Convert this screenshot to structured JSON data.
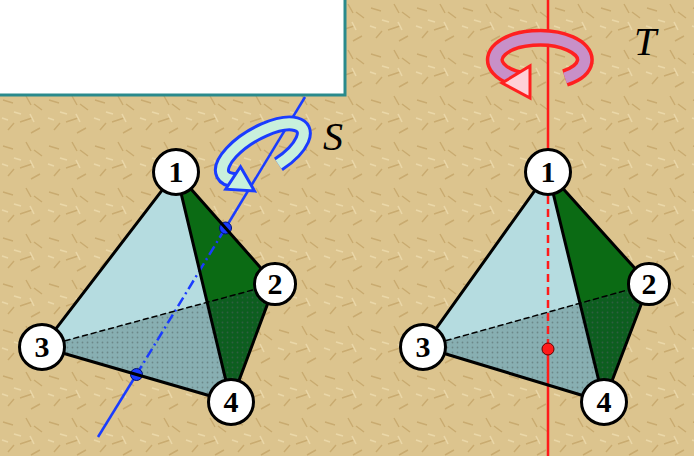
{
  "diagram": {
    "nodes": [
      {
        "text": [
          "1"
        ]
      },
      {
        "text": [
          "2"
        ]
      },
      {
        "text": [
          "3"
        ]
      },
      {
        "text": [
          "4"
        ]
      },
      {
        "text": [
          "1"
        ]
      },
      {
        "text": [
          "2"
        ]
      },
      {
        "text": [
          "3"
        ]
      },
      {
        "text": [
          "4"
        ]
      }
    ],
    "edges": [
      {
        "from": 0,
        "to": 2,
        "arrow": "none"
      },
      {
        "from": 0,
        "to": 3,
        "arrow": "none"
      },
      {
        "from": 0,
        "to": 1,
        "arrow": "none"
      },
      {
        "from": 2,
        "to": 3,
        "arrow": "none"
      },
      {
        "from": 3,
        "to": 1,
        "arrow": "none"
      },
      {
        "from": 2,
        "to": 1,
        "arrow": "none"
      },
      {
        "from": 4,
        "to": 6,
        "arrow": "none"
      },
      {
        "from": 4,
        "to": 7,
        "arrow": "none"
      },
      {
        "from": 4,
        "to": 5,
        "arrow": "none"
      },
      {
        "from": 6,
        "to": 7,
        "arrow": "none"
      },
      {
        "from": 7,
        "to": 5,
        "arrow": "none"
      },
      {
        "from": 6,
        "to": 5,
        "arrow": "none"
      }
    ],
    "labels": [
      "S",
      "T"
    ]
  }
}
